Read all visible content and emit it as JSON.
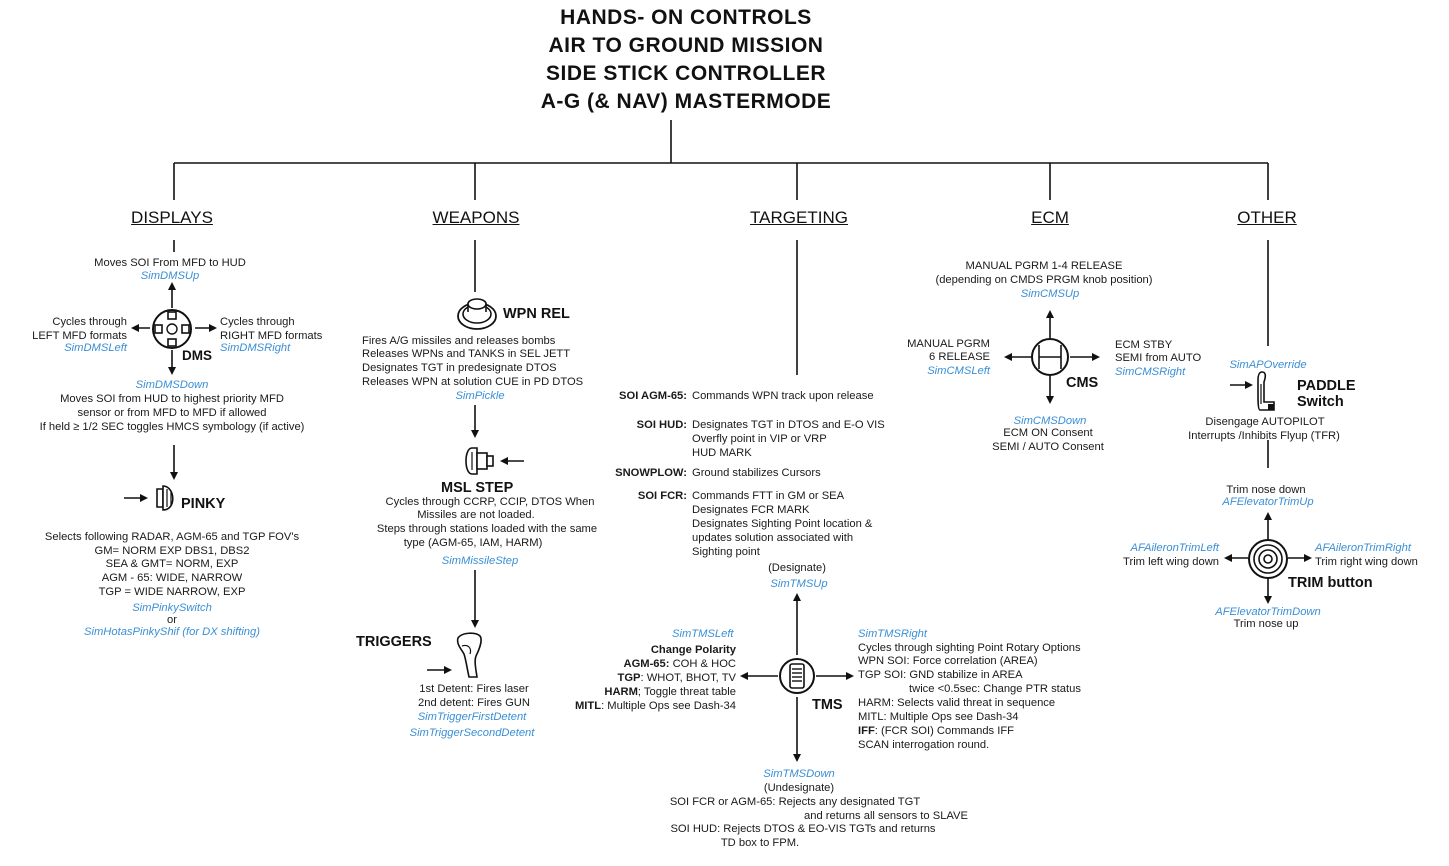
{
  "title": {
    "lines": [
      "HANDS- ON CONTROLS",
      "AIR TO GROUND MISSION",
      "SIDE STICK CONTROLLER",
      "A-G (& NAV) MASTERMODE"
    ]
  },
  "categories": {
    "displays": "DISPLAYS",
    "weapons": "WEAPONS",
    "targeting": "TARGETING",
    "ecm": "ECM",
    "other": "OTHER"
  },
  "dms": {
    "label": "DMS",
    "up": {
      "desc": "Moves SOI From MFD to HUD",
      "sim": "SimDMSUp"
    },
    "left": {
      "lines": [
        "Cycles through",
        "LEFT MFD formats"
      ],
      "sim": "SimDMSLeft"
    },
    "right": {
      "lines": [
        "Cycles through",
        "RIGHT MFD formats"
      ],
      "sim": "SimDMSRight"
    },
    "down": {
      "sim": "SimDMSDown",
      "lines": [
        "Moves SOI from HUD to highest priority MFD",
        "sensor or from MFD to MFD if allowed",
        "If held ≥ 1/2 SEC toggles HMCS symbology (if active)"
      ]
    }
  },
  "pinky": {
    "label": "PINKY",
    "lines": [
      "Selects following RADAR, AGM-65 and TGP FOV's",
      "GM= NORM EXP DBS1, DBS2",
      "SEA & GMT= NORM, EXP",
      "AGM - 65: WIDE, NARROW",
      "TGP = WIDE NARROW, EXP"
    ],
    "sim": "SimPinkySwitch",
    "or": "or",
    "sim2": "SimHotasPinkyShif (for DX shifting)"
  },
  "wpnrel": {
    "label": "WPN REL",
    "lines": [
      "Fires A/G missiles and releases bombs",
      "Releases WPNs and TANKS in SEL JETT",
      "Designates TGT in predesignate DTOS",
      "Releases WPN at solution CUE in PD DTOS"
    ],
    "sim": "SimPickle"
  },
  "mslstep": {
    "label": "MSL STEP",
    "lines": [
      "Cycles through CCRP, CCIP, DTOS When",
      "Missiles are not loaded.",
      "Steps through stations loaded with the same",
      "type (AGM-65, IAM, HARM)"
    ],
    "sim": "SimMissileStep"
  },
  "triggers": {
    "label": "TRIGGERS",
    "lines": [
      "1st Detent: Fires laser",
      "2nd detent: Fires GUN"
    ],
    "sim1": "SimTriggerFirstDetent",
    "sim2": "SimTriggerSecondDetent"
  },
  "targeting": {
    "rows": [
      {
        "key": "SOI AGM-65:",
        "lines": [
          "Commands WPN track upon release"
        ]
      },
      {
        "key": "SOI HUD:",
        "lines": [
          "Designates TGT in DTOS and E-O VIS",
          "Overfly point in VIP or VRP",
          "HUD MARK"
        ]
      },
      {
        "key": "SNOWPLOW:",
        "lines": [
          "Ground stabilizes Cursors"
        ]
      },
      {
        "key": "SOI FCR:",
        "lines": [
          "Commands FTT in GM or SEA",
          "Designates FCR MARK",
          "Designates Sighting Point location &",
          "updates solution associated with",
          "Sighting point"
        ]
      }
    ]
  },
  "tms": {
    "label": "TMS",
    "up": {
      "caption": "(Designate)",
      "sim": "SimTMSUp"
    },
    "left": {
      "sim": "SimTMSLeft",
      "heading": "Change Polarity",
      "rows": [
        {
          "key": "AGM-65:",
          "text": " COH & HOC"
        },
        {
          "key": "TGP",
          "text": ": WHOT, BHOT, TV"
        },
        {
          "key": "HARM",
          "text": "; Toggle threat table"
        },
        {
          "key": "MITL",
          "text": ": Multiple Ops see Dash-34"
        }
      ]
    },
    "right": {
      "sim": "SimTMSRight",
      "lines": [
        "Cycles through sighting Point Rotary Options",
        "WPN SOI: Force correlation (AREA)",
        "TGP SOI: GND stabilize in AREA",
        "twice <0.5sec: Change PTR status",
        "HARM: Selects valid threat in sequence",
        "MITL: Multiple Ops see Dash-34"
      ],
      "iff_key": "IFF",
      "iff_text": ": (FCR SOI) Commands IFF",
      "iff_line2": "SCAN interrogation round."
    },
    "down": {
      "sim": "SimTMSDown",
      "lines": [
        "(Undesignate)",
        "SOI FCR or AGM-65: Rejects any designated TGT",
        "and returns all sensors to SLAVE",
        "SOI HUD: Rejects DTOS & EO-VIS TGTs and returns",
        "TD box to FPM."
      ]
    }
  },
  "cms": {
    "label": "CMS",
    "up": {
      "lines": [
        "MANUAL PGRM 1-4 RELEASE",
        "(depending on CMDS PRGM knob position)"
      ],
      "sim": "SimCMSUp"
    },
    "left": {
      "lines": [
        "MANUAL PGRM",
        "6 RELEASE"
      ],
      "sim": "SimCMSLeft"
    },
    "right": {
      "lines": [
        "ECM STBY",
        "SEMI from AUTO"
      ],
      "sim": "SimCMSRight"
    },
    "down": {
      "sim": "SimCMSDown",
      "lines": [
        "ECM ON Consent",
        "SEMI / AUTO Consent"
      ]
    }
  },
  "paddle": {
    "sim": "SimAPOverride",
    "label1": "PADDLE",
    "label2": "Switch",
    "lines": [
      "Disengage AUTOPILOT",
      "Interrupts /Inhibits Flyup (TFR)"
    ]
  },
  "trim": {
    "label": "TRIM button",
    "up": {
      "text": "Trim nose down",
      "sim": "AFElevatorTrimUp"
    },
    "left": {
      "sim": "AFAileronTrimLeft",
      "text": "Trim left wing down"
    },
    "right": {
      "sim": "AFAileronTrimRight",
      "text": "Trim right wing down"
    },
    "down": {
      "sim": "AFElevatorTrimDown",
      "text": "Trim nose up"
    }
  },
  "colors": {
    "sim_link": "#3a8fd6",
    "ink": "#111111"
  }
}
